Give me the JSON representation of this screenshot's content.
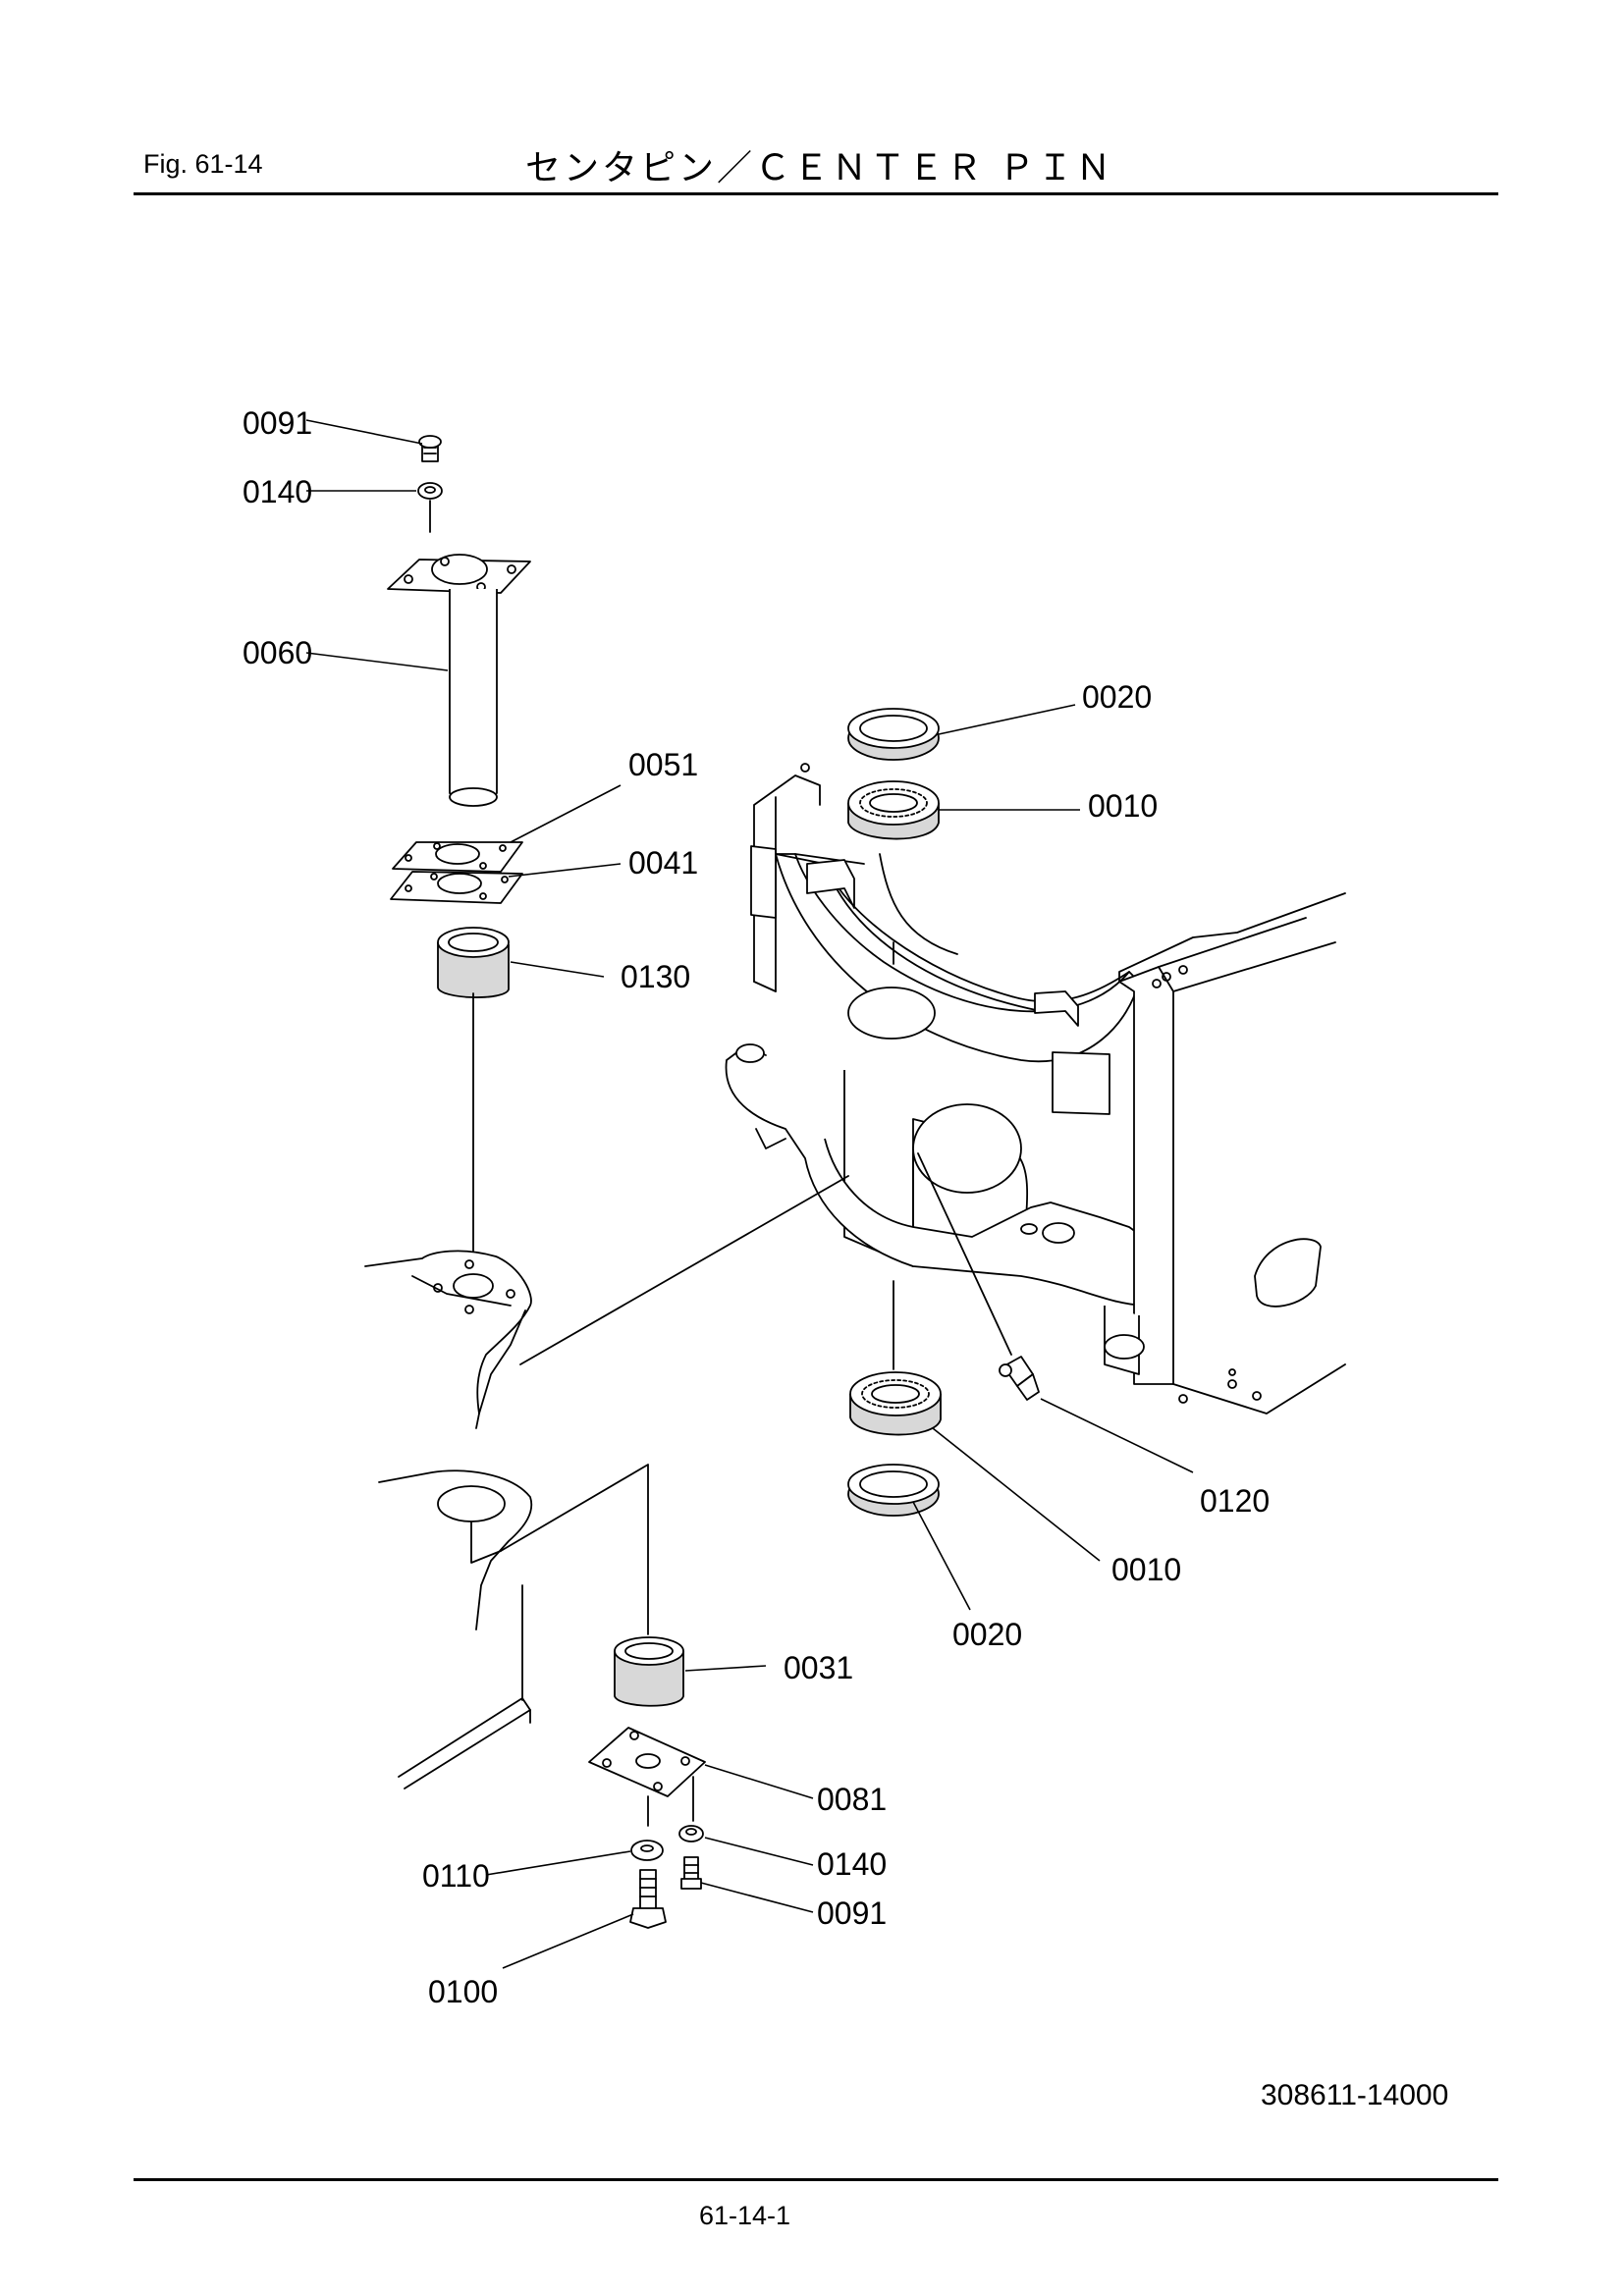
{
  "header": {
    "figure_label": "Fig.  61-14",
    "title": "センタピン／ＣＥＮＴＥＲ ＰＩＮ"
  },
  "callouts": [
    {
      "id": "c-0091-top",
      "text": "0091"
    },
    {
      "id": "c-0140-top",
      "text": "0140"
    },
    {
      "id": "c-0060",
      "text": "0060"
    },
    {
      "id": "c-0020-top",
      "text": "0020"
    },
    {
      "id": "c-0051",
      "text": "0051"
    },
    {
      "id": "c-0010-top",
      "text": "0010"
    },
    {
      "id": "c-0041",
      "text": "0041"
    },
    {
      "id": "c-0130",
      "text": "0130"
    },
    {
      "id": "c-0120",
      "text": "0120"
    },
    {
      "id": "c-0010-bot",
      "text": "0010"
    },
    {
      "id": "c-0020-bot",
      "text": "0020"
    },
    {
      "id": "c-0031",
      "text": "0031"
    },
    {
      "id": "c-0081",
      "text": "0081"
    },
    {
      "id": "c-0110",
      "text": "0110"
    },
    {
      "id": "c-0140-bot",
      "text": "0140"
    },
    {
      "id": "c-0091-bot",
      "text": "0091"
    },
    {
      "id": "c-0100",
      "text": "0100"
    }
  ],
  "footer": {
    "drawing_number": "308611-14000",
    "page_number": "61-14-1"
  }
}
